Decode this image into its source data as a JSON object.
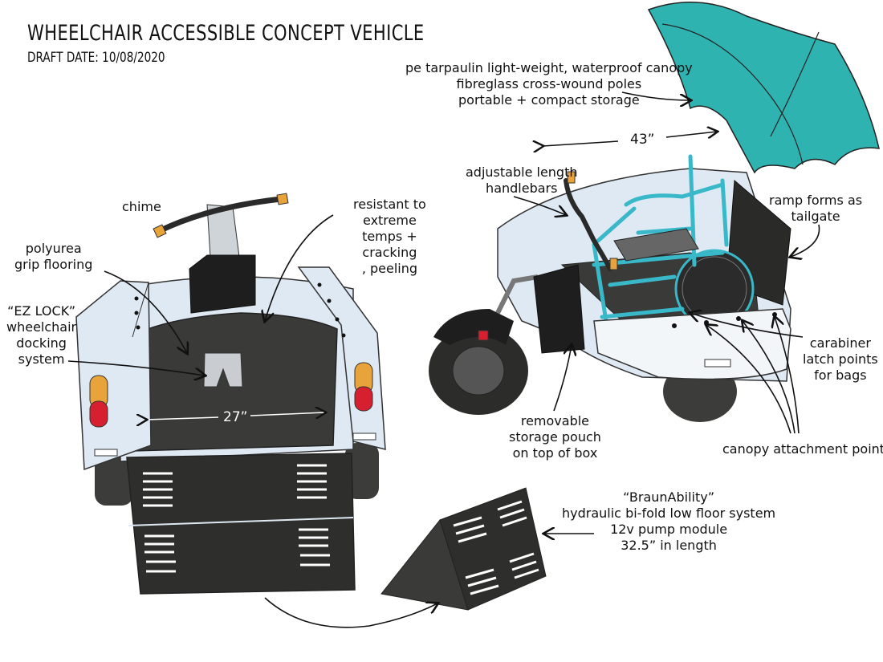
{
  "title": "WHEELCHAIR ACCESSIBLE CONCEPT VEHICLE",
  "draft_date": "DRAFT DATE: 10/08/2020",
  "labels": {
    "chime": "chime",
    "polyurea": [
      "polyurea",
      "grip flooring"
    ],
    "ezlock": [
      "“EZ LOCK”",
      "wheelchair",
      "docking",
      "system"
    ],
    "resistant": [
      "resistant to",
      "extreme",
      "temps +",
      "cracking",
      ", peeling"
    ],
    "width_27": "27”",
    "width_43": "43”",
    "canopy": [
      "pe tarpaulin light-weight, waterproof canopy",
      "fibreglass cross-wound poles",
      "portable + compact storage"
    ],
    "handlebars": [
      "adjustable length",
      "handlebars"
    ],
    "ramp_tailgate": [
      "ramp forms as",
      "tailgate"
    ],
    "carabiner": [
      "carabiner",
      "latch points",
      "for bags"
    ],
    "pouch": [
      "removable",
      "storage pouch",
      "on top of box"
    ],
    "canopy_points": "canopy attachment points",
    "braun": [
      "“BraunAbility”",
      "hydraulic bi-fold low floor system",
      "12v pump module",
      "32.5” in length"
    ]
  },
  "colors": {
    "canopy": "#2fb3b0",
    "body": "#dfe9f3",
    "floor": "#3a3a38",
    "frame": "#38b8c8",
    "light_amber": "#e8a43a",
    "light_red": "#d62030"
  }
}
